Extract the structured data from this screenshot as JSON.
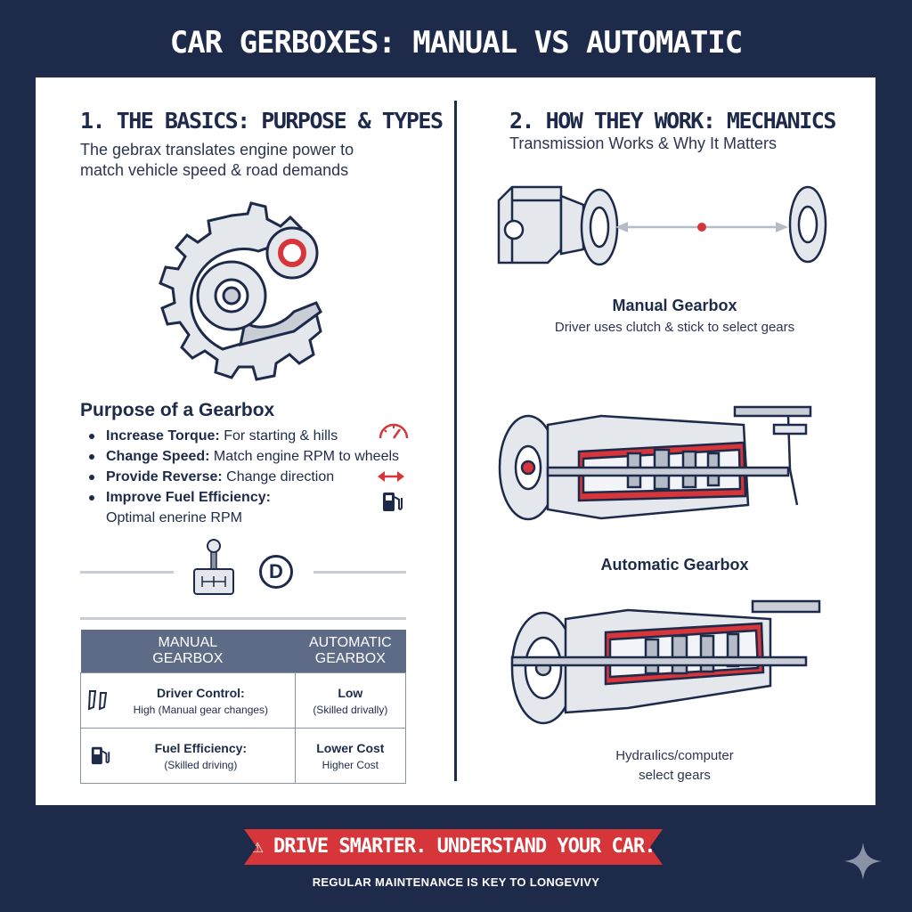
{
  "title": "CAR GERBOXES: MANUAL VS AUTOMATIC",
  "left": {
    "heading": "1. THE BASICS: PURPOSE & TYPES",
    "subtitle_line1": "The gebrax translates engine power to",
    "subtitle_line2": "match vehicle speed & road demands",
    "purpose_title": "Purpose of a Gearbox",
    "bullets": [
      {
        "bold": "Increase Torque:",
        "text": " For starting & hills",
        "icon": "speedometer-icon"
      },
      {
        "bold": "Change Speed:",
        "text": " Match engine RPM to wheels"
      },
      {
        "bold": "Provide Reverse:",
        "text": " Change direction",
        "icon": "reverse-arrows-icon"
      },
      {
        "bold": "Improve Fuel Efficiency:",
        "text": "",
        "continuation": "Optimal enerine RPM",
        "icon": "fuel-pump-icon"
      }
    ],
    "d_badge": "D"
  },
  "table": {
    "headers": [
      "MANUAL\nGEARBOX",
      "AUTOMATIC\nGEARBOX"
    ],
    "rows": [
      {
        "manual_title": "Driver Control:",
        "manual_sub": "High (Manual gear changes)",
        "auto_title": "Low",
        "auto_sub": "(Skilled drivally)",
        "icon": "pedals-icon"
      },
      {
        "manual_title": "Fuel Efficiency:",
        "manual_sub": "(Skilled driving)",
        "auto_title": "Lower Cost",
        "auto_sub": "Higher Cost",
        "icon": "fuel-pump-icon"
      }
    ]
  },
  "right": {
    "heading": "2. HOW THEY WORK: MECHANICS",
    "subtitle": "Transmission Works & Why It Matters",
    "manual_title": "Manual Gearbox",
    "manual_sub": "Driver uses clutch & stick to select gears",
    "automatic_title": "Automatic Gearbox",
    "auto_sub_line1": "Hydraılics/computer",
    "auto_sub_line2": "select gears"
  },
  "banner": "DRIVE SMARTER. UNDERSTAND YOUR CAR.",
  "footer": "REGULAR MAINTENANCE IS KEY TO LONGEVIVY",
  "colors": {
    "navy": "#1e2a4a",
    "accent_red": "#d6353a",
    "slate": "#5d6b86"
  }
}
